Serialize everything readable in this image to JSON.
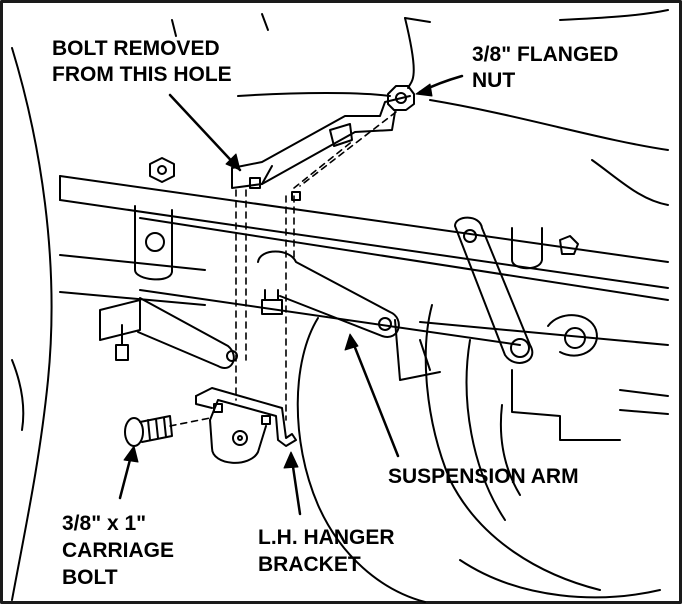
{
  "callouts": {
    "bolt_removed": [
      "BOLT REMOVED",
      "FROM THIS HOLE"
    ],
    "flanged_nut": [
      "3/8\" FLANGED",
      "NUT"
    ],
    "suspension_arm": [
      "SUSPENSION ARM"
    ],
    "carriage_bolt": [
      "3/8\" x 1\"",
      "CARRIAGE",
      "BOLT"
    ],
    "hanger_bracket": [
      "L.H. HANGER",
      "BRACKET"
    ]
  },
  "colors": {
    "ink": "#000000",
    "paper": "#ffffff",
    "frame": "#1a1a1a"
  }
}
